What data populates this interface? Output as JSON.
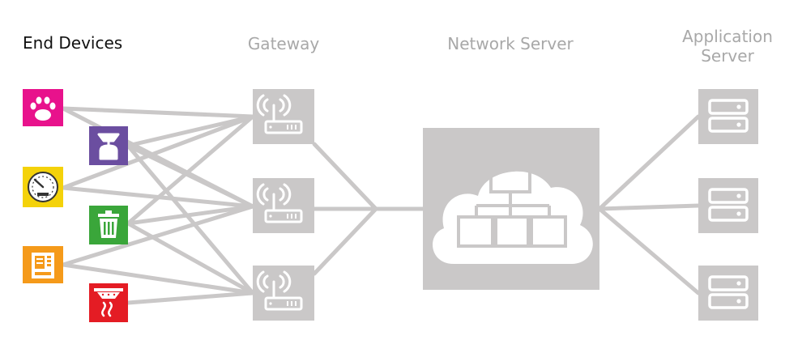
{
  "labels": {
    "end_devices": "End Devices",
    "gateway": "Gateway",
    "network_server": "Network Server",
    "application_server_line1": "Application",
    "application_server_line2": "Server"
  },
  "colors": {
    "tier_gray": "#cac8c8",
    "label_gray": "#a8a8a8",
    "pet": "#e8128c",
    "gas": "#6b4ea0",
    "meter": "#f4d20a",
    "bin": "#3aa63a",
    "vending": "#f59a1a",
    "smoke": "#e41c24"
  },
  "devices": [
    {
      "id": "pet",
      "icon": "paw-icon"
    },
    {
      "id": "gas",
      "icon": "gas-cylinder-icon"
    },
    {
      "id": "meter",
      "icon": "gauge-icon"
    },
    {
      "id": "bin",
      "icon": "trash-bin-icon"
    },
    {
      "id": "vending",
      "icon": "vending-machine-icon"
    },
    {
      "id": "smoke",
      "icon": "smoke-detector-icon"
    }
  ],
  "gateways": 3,
  "app_servers": 3
}
